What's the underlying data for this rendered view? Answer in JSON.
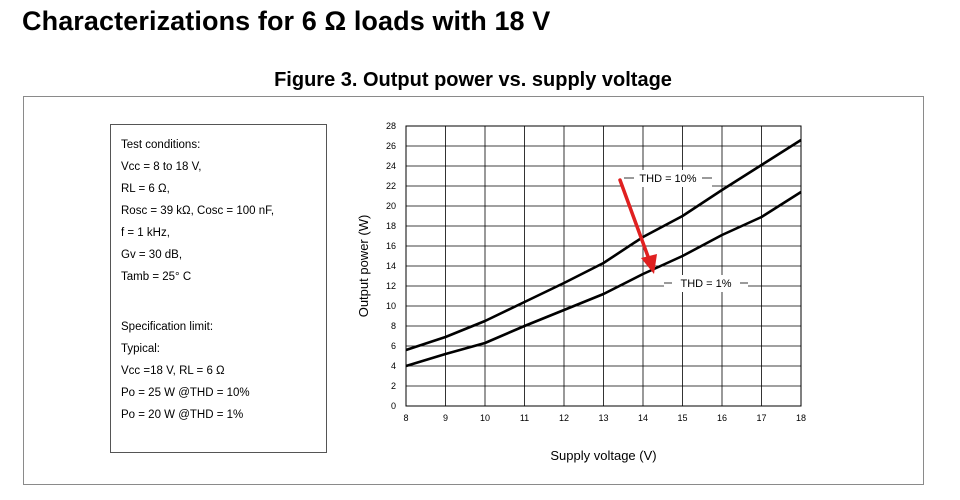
{
  "page": {
    "heading": "Characterizations for 6 Ω loads with 18 V",
    "figure_caption": "Figure 3. Output power vs. supply voltage"
  },
  "conditions": {
    "test_title": "Test conditions:",
    "test_lines": [
      "Vcc = 8 to 18 V,",
      "RL = 6 Ω,",
      "Rosc = 39 kΩ, Cosc = 100 nF,",
      "f = 1 kHz,",
      "Gv = 30 dB,",
      "Tamb = 25° C"
    ],
    "spec_title": "Specification limit:",
    "spec_lines": [
      "Typical:",
      "Vcc =18 V, RL = 6 Ω",
      "Po = 25 W @THD = 10%",
      "Po = 20 W @THD = 1%"
    ]
  },
  "colors": {
    "curve": "#000000",
    "grid": "#000000",
    "arrow": "#e02020"
  },
  "chart_data": {
    "type": "line",
    "xlabel": "Supply voltage (V)",
    "ylabel": "Output power (W)",
    "xlim": [
      8,
      18
    ],
    "ylim": [
      0,
      28
    ],
    "xticks": [
      8,
      9,
      10,
      11,
      12,
      13,
      14,
      15,
      16,
      17,
      18
    ],
    "yticks": [
      0,
      2,
      4,
      6,
      8,
      10,
      12,
      14,
      16,
      18,
      20,
      22,
      24,
      26,
      28
    ],
    "grid": true,
    "series": [
      {
        "name": "THD = 10%",
        "x": [
          8,
          9,
          10,
          11,
          12,
          13,
          14,
          15,
          16,
          17,
          18
        ],
        "y": [
          5.6,
          6.9,
          8.5,
          10.4,
          12.3,
          14.3,
          16.9,
          19.0,
          21.6,
          24.1,
          26.6
        ]
      },
      {
        "name": "THD = 1%",
        "x": [
          8,
          9,
          10,
          11,
          12,
          13,
          14,
          15,
          16,
          17,
          18
        ],
        "y": [
          4.0,
          5.2,
          6.3,
          8.0,
          9.6,
          11.2,
          13.2,
          15.0,
          17.1,
          18.9,
          21.4
        ]
      }
    ],
    "annotations": [
      {
        "text": "THD = 10%",
        "series": 0
      },
      {
        "text": "THD = 1%",
        "series": 1
      }
    ]
  }
}
